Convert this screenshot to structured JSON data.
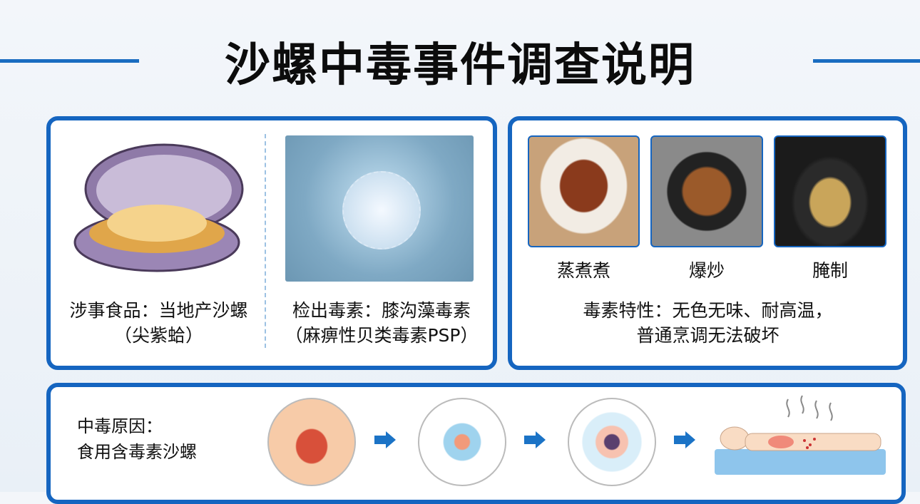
{
  "title": "沙螺中毒事件调查说明",
  "panel_food": {
    "food_line1": "涉事食品：当地产沙螺",
    "food_line2": "（尖紫蛤）",
    "toxin_line1": "检出毒素：膝沟藻毒素",
    "toxin_line2": "（麻痹性贝类毒素PSP）"
  },
  "panel_cooking": {
    "methods": [
      "蒸煮煮",
      "爆炒",
      "腌制"
    ],
    "trait_line1": "毒素特性：无色无味、耐高温，",
    "trait_line2": "普通烹调无法破坏"
  },
  "panel_cause": {
    "line1": "中毒原因：",
    "line2": "食用含毒素沙螺"
  },
  "colors": {
    "accent": "#1565c0",
    "arrow": "#1b73c6"
  }
}
